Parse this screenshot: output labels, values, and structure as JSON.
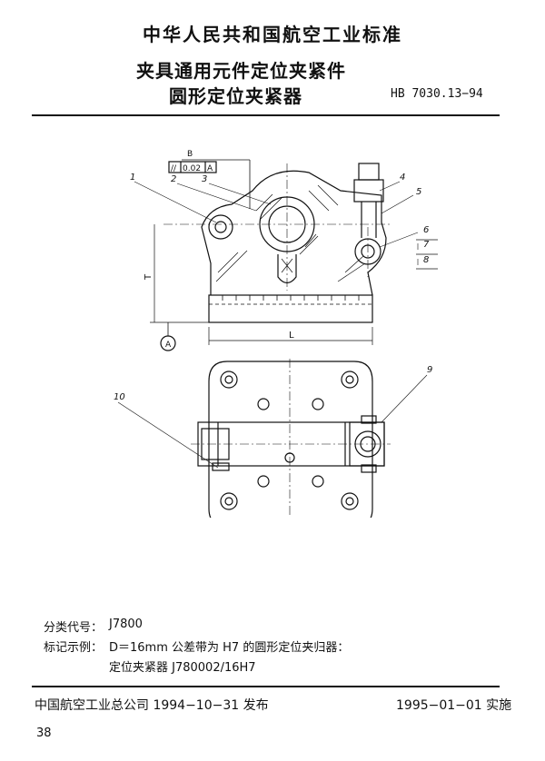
{
  "header": {
    "org_standard": "中华人民共和国航空工业标准"
  },
  "title": {
    "line1": "夹具通用元件定位夹紧件",
    "line2": "圆形定位夹紧器"
  },
  "standard_number": "HB 7030.13−94",
  "drawing": {
    "tolerance_datum_top": "B",
    "tolerance_frame": {
      "symbol": "//",
      "value": "0.02",
      "datum": "A"
    },
    "datum_symbol": "A",
    "dimension_L": "L",
    "dimension_T": "T",
    "callouts": [
      "1",
      "2",
      "3",
      "4",
      "5",
      "6",
      "7",
      "8",
      "9",
      "10"
    ]
  },
  "classification": {
    "label": "分类代号：",
    "value": "J7800"
  },
  "marking": {
    "label": "标记示例：",
    "line1": "D＝16mm 公差带为 H7 的圆形定位夹归器：",
    "line2": "定位夹紧器 J780002/16H7"
  },
  "footer": {
    "publisher": "中国航空工业总公司 1994−10−31 发布",
    "implementation": "1995−01−01 实施"
  },
  "page_number": "38"
}
